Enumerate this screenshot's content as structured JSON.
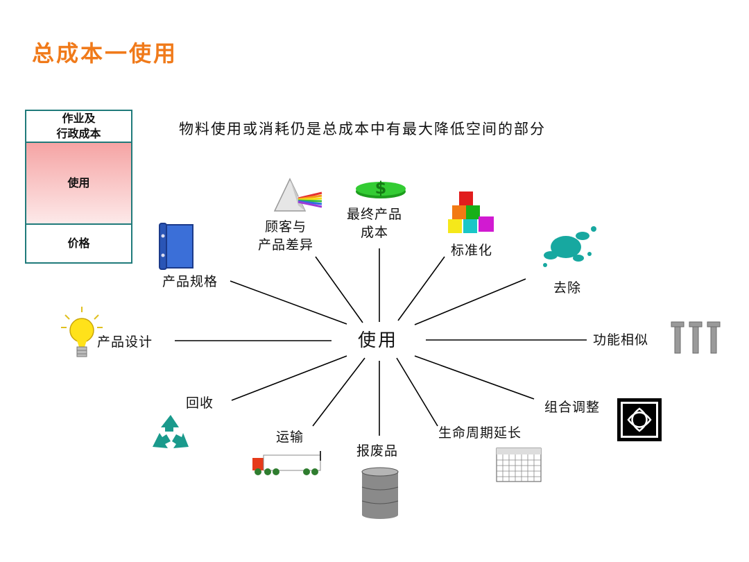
{
  "title": "总成本一使用",
  "subtitle": "物料使用或消耗仍是总成本中有最大降低空间的部分",
  "stack": {
    "top": "作业及\n行政成本",
    "middle": "使用",
    "bottom": "价格"
  },
  "center": "使用",
  "labels": {
    "customer_diff": "顾客与\n产品差异",
    "final_cost": "最终产品\n成本",
    "standardize": "标准化",
    "remove": "去除",
    "spec": "产品规格",
    "design": "产品设计",
    "similar": "功能相似",
    "recycle": "回收",
    "transport": "运输",
    "scrap": "报废品",
    "lifecycle": "生命周期延长",
    "combine": "组合调整"
  },
  "icons": [
    "binder-icon",
    "prism-icon",
    "money-icon",
    "blocks-icon",
    "splash-icon",
    "lightbulb-icon",
    "screws-icon",
    "recycle-icon",
    "truck-icon",
    "barrel-icon",
    "calendar-icon",
    "knot-icon"
  ]
}
